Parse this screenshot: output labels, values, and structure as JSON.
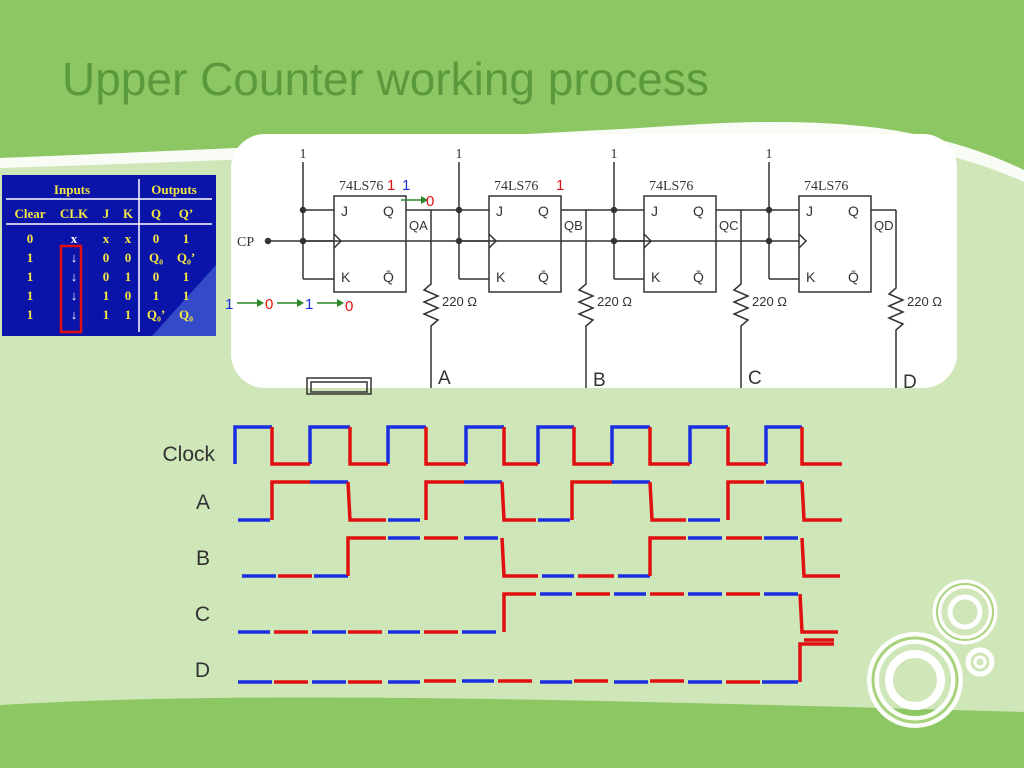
{
  "slide": {
    "title": "Upper Counter working process",
    "colors": {
      "background": "#cfe6b8",
      "band": "#8dc764",
      "title": "#5b9a3c",
      "table_bg": "#0a14a8",
      "table_text": "#f5e642",
      "table_white": "#ffffff",
      "highlight_red": "#e01010",
      "wave_blue": "#1a2fe0",
      "wave_red": "#e01010"
    }
  },
  "truth_table": {
    "group_headers": [
      "Inputs",
      "Outputs"
    ],
    "columns": [
      "Clear",
      "CLK",
      "J",
      "K",
      "Q",
      "Q’"
    ],
    "rows": [
      [
        "0",
        "x",
        "x",
        "x",
        "0",
        "1"
      ],
      [
        "1",
        "↓",
        "0",
        "0",
        "Q₀",
        "Q₀’"
      ],
      [
        "1",
        "↓",
        "0",
        "1",
        "0",
        "1"
      ],
      [
        "1",
        "↓",
        "1",
        "0",
        "1",
        "1"
      ],
      [
        "1",
        "↓",
        "1",
        "1",
        "Q₀’",
        "Q₀"
      ]
    ]
  },
  "circuit": {
    "chip_label": "74LS76",
    "supply_label": "1",
    "clock_input": "CP",
    "pin_j": "J",
    "pin_k": "K",
    "pin_q": "Q",
    "pin_qbar": "Q̄",
    "outputs": [
      "QA",
      "QB",
      "QC",
      "QD"
    ],
    "resistor_label": "220 Ω",
    "lamps": [
      "A",
      "B",
      "C",
      "D"
    ],
    "annotations": {
      "ff1_top_red": "1",
      "ff1_top_blue": "1",
      "ff1_out": "0",
      "ff2_top": "1",
      "seq_1": "1",
      "seq_2": "0",
      "seq_3": "1",
      "seq_4": "0"
    }
  },
  "timing": {
    "labels": [
      "Clock",
      "A",
      "B",
      "C",
      "D"
    ]
  }
}
